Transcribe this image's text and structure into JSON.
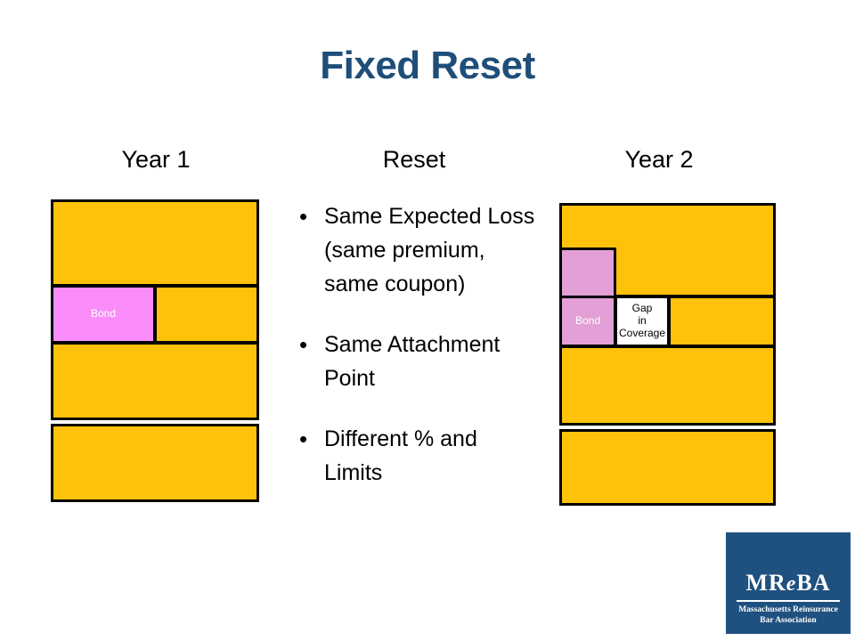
{
  "slide": {
    "title": "Fixed Reset",
    "title_color": "#1f4e79",
    "background": "#ffffff"
  },
  "colors": {
    "gold_layer": "#FFC20A",
    "bond_year1": "#FA8CFA",
    "bond_year2": "#E2A0D6",
    "gap_fill": "#FFFFFF",
    "outline": "#000000",
    "logo_navy": "#1F5180"
  },
  "columns": {
    "year1_heading": "Year 1",
    "reset_heading": "Reset",
    "year2_heading": "Year 2"
  },
  "year1_tower": {
    "band1_label": "",
    "bond_label": "Bond",
    "band2_right_label": "",
    "band3_label": "",
    "band4_label": ""
  },
  "year2_tower": {
    "band1_label": "",
    "bond_label": "Bond",
    "gap_label": "Gap in Coverage",
    "gap_line1": "Gap",
    "gap_line2": "in",
    "gap_line3": "Coverage",
    "band2_right_label": "",
    "band3_label": "",
    "band4_label": ""
  },
  "reset_bullets": [
    {
      "marker": "•",
      "text": "Same Expected Loss (same premium, same coupon)"
    },
    {
      "marker": "•",
      "text": "Same Attachment Point"
    },
    {
      "marker": "•",
      "text": "Different % and Limits"
    }
  ],
  "logo": {
    "wordmark_part1": "MR",
    "wordmark_em": "e",
    "wordmark_part2": "BA",
    "subtitle_line1": "Massachusetts Reinsurance",
    "subtitle_line2": "Bar Association"
  }
}
